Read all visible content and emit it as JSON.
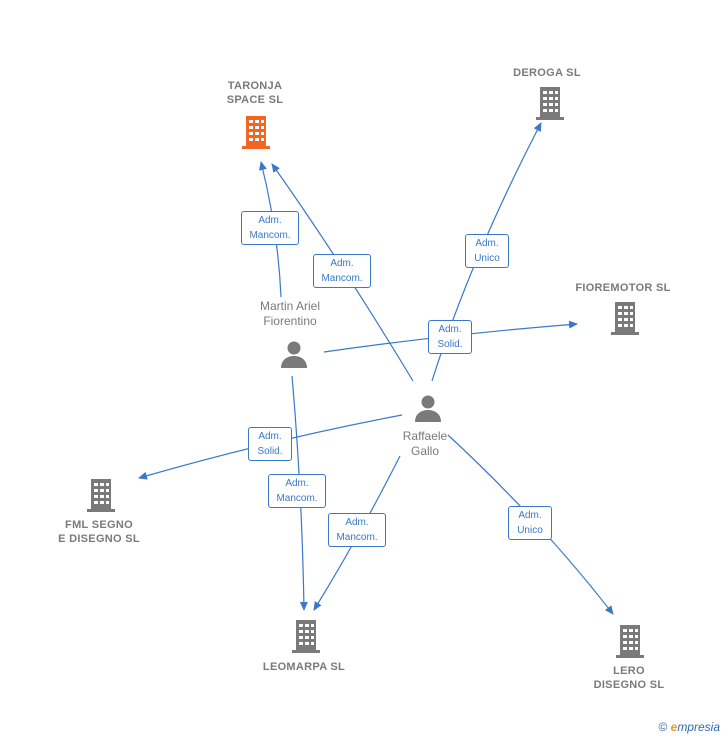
{
  "colors": {
    "edge": "#3a78c9",
    "company": "#7a7a7a",
    "company_focus": "#f26522",
    "person": "#7a7a7a"
  },
  "nodes": {
    "taronja": {
      "label_line1": "TARONJA",
      "label_line2": "SPACE  SL",
      "type": "company",
      "icon": "building-icon",
      "focus": true
    },
    "deroga": {
      "label_line1": "DEROGA  SL",
      "type": "company",
      "icon": "building-icon"
    },
    "fioremotor": {
      "label_line1": "FIOREMOTOR SL",
      "type": "company",
      "icon": "building-icon"
    },
    "fml": {
      "label_line1": "FML SEGNO",
      "label_line2": "E DISEGNO SL",
      "type": "company",
      "icon": "building-icon"
    },
    "leomarpa": {
      "label_line1": "LEOMARPA  SL",
      "type": "company",
      "icon": "building-icon"
    },
    "lero": {
      "label_line1": "LERO",
      "label_line2": "DISEGNO  SL",
      "type": "company",
      "icon": "building-icon"
    },
    "martin": {
      "label_line1": "Martin Ariel",
      "label_line2": "Fiorentino",
      "type": "person",
      "icon": "person-icon"
    },
    "raffaele": {
      "label_line1": "Raffaele",
      "label_line2": "Gallo",
      "type": "person",
      "icon": "person-icon"
    }
  },
  "edges": [
    {
      "from": "martin",
      "to": "taronja",
      "line1": "Adm.",
      "line2": "Mancom."
    },
    {
      "from": "raffaele",
      "to": "taronja",
      "line1": "Adm.",
      "line2": "Mancom."
    },
    {
      "from": "raffaele",
      "to": "deroga",
      "line1": "Adm.",
      "line2": "Unico"
    },
    {
      "from": "martin",
      "to": "fioremotor",
      "line1": "Adm.",
      "line2": "Solid."
    },
    {
      "from": "raffaele",
      "to": "fml",
      "line1": "Adm.",
      "line2": "Solid."
    },
    {
      "from": "martin",
      "to": "leomarpa",
      "line1": "Adm.",
      "line2": "Mancom."
    },
    {
      "from": "raffaele",
      "to": "leomarpa",
      "line1": "Adm.",
      "line2": "Mancom."
    },
    {
      "from": "raffaele",
      "to": "lero",
      "line1": "Adm.",
      "line2": "Unico"
    }
  ],
  "footer": {
    "copyright": "©",
    "brand_initial": "e",
    "brand_rest": "mpresia"
  }
}
